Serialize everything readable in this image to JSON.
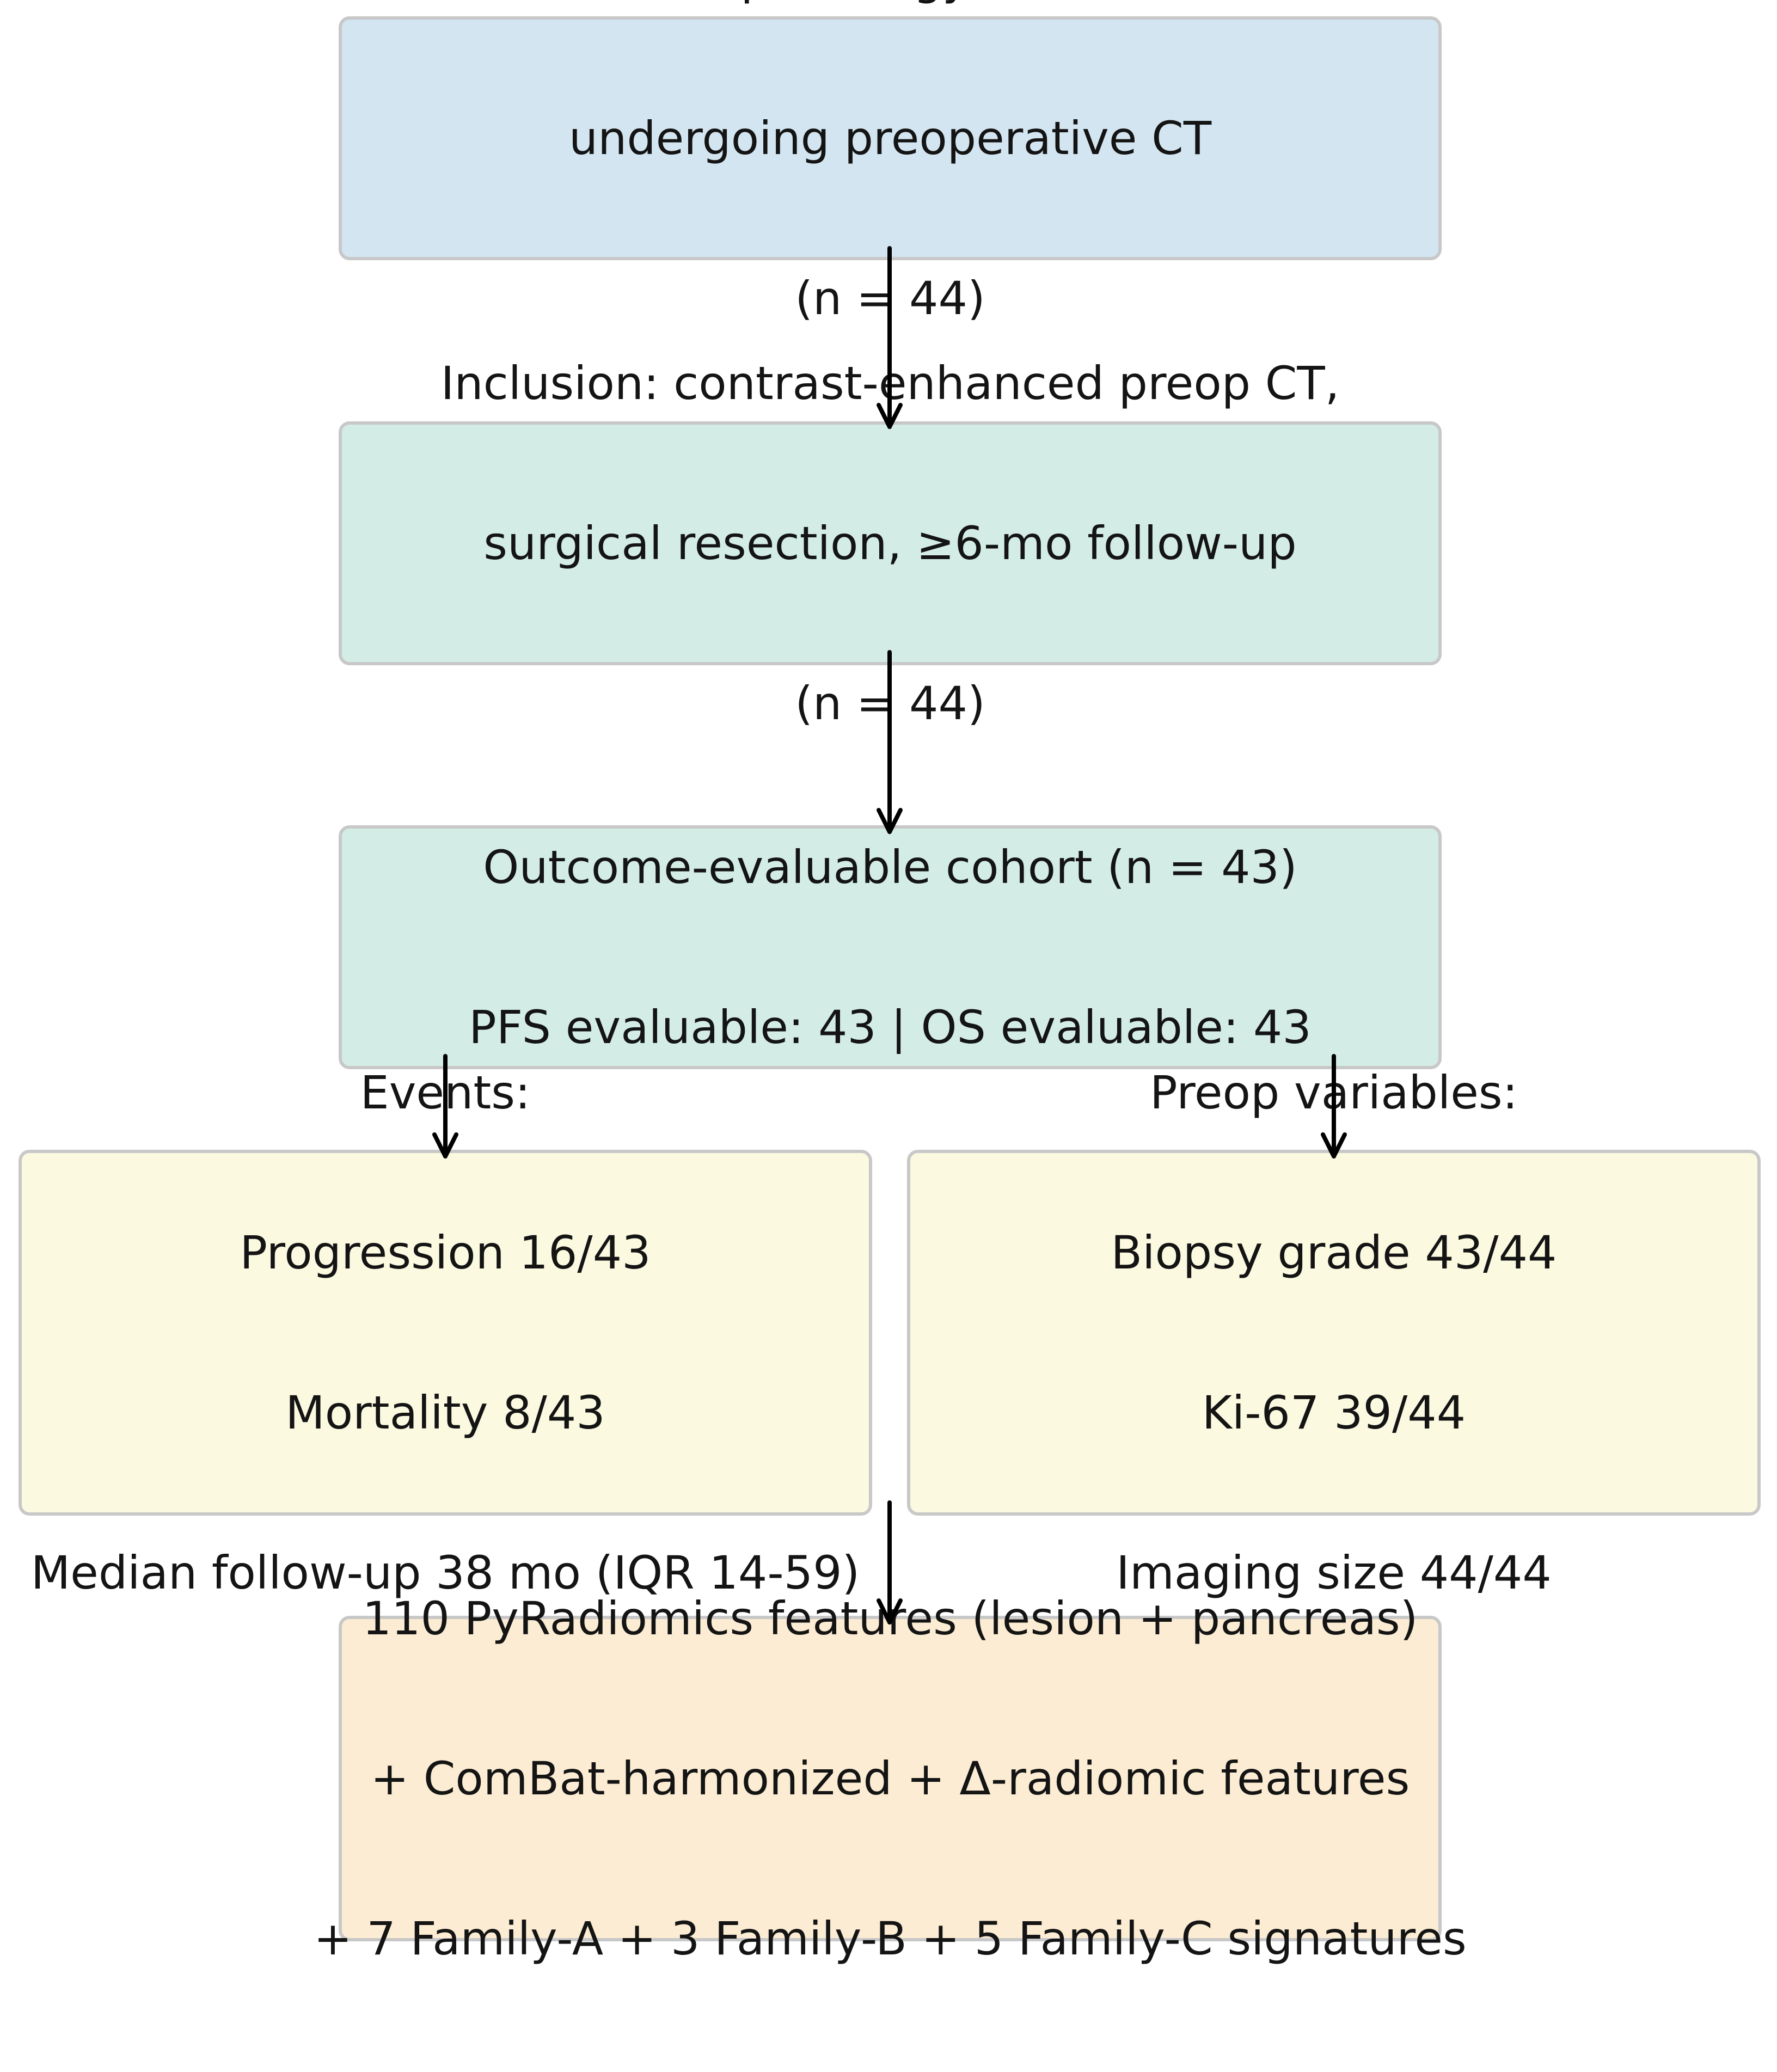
{
  "colors": {
    "box1": "#d3e5f0",
    "box2": "#d3ede6",
    "box3": "#d3ede6",
    "box4": "#fbf9e0",
    "box5": "#fbf9e0",
    "box6": "#fbecd3",
    "border": "#c8c8c8",
    "arrow": "#000000"
  },
  "boxes": {
    "patients": {
      "lines": [
        "Patients with pathology-confirmed PNET",
        "undergoing preoperative CT",
        "(n = 44)"
      ]
    },
    "inclusion": {
      "lines": [
        "Inclusion: contrast-enhanced preop CT,",
        "surgical resection, ≥6-mo follow-up",
        "(n = 44)"
      ]
    },
    "cohort": {
      "lines": [
        "Outcome-evaluable cohort (n = 43)",
        "PFS evaluable: 43 | OS evaluable: 43"
      ]
    },
    "events": {
      "lines": [
        "Events:",
        "Progression 16/43",
        "Mortality 8/43",
        "Median follow-up 38 mo (IQR 14-59)"
      ]
    },
    "preop": {
      "lines": [
        "Preop variables:",
        "Biopsy grade 43/44",
        "Ki-67 39/44",
        "Imaging size 44/44"
      ]
    },
    "features": {
      "lines": [
        "110 PyRadiomics features (lesion + pancreas)",
        "+ ComBat-harmonized + Δ-radiomic features",
        "+ 7 Family-A + 3 Family-B + 5 Family-C signatures"
      ]
    }
  }
}
